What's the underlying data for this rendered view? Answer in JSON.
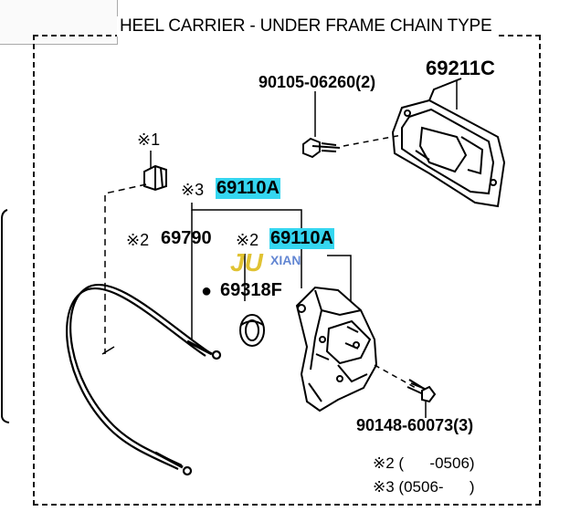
{
  "title": "HEEL CARRIER - UNDER FRAME CHAIN TYPE",
  "parts": {
    "p69211C": "69211C",
    "p90105": "90105-06260(2)",
    "p69110A_a": "69110A",
    "p69110A_b": "69110A",
    "p69790": "69790",
    "p69318F": "69318F",
    "p90148": "90148-60073(3)"
  },
  "marks": {
    "m1": "※1",
    "m3": "※3",
    "m2a": "※2",
    "m2b": "※2",
    "bullet": "●"
  },
  "footnotes": {
    "n2": "※2 (      -0506)",
    "n3": "※3 (0506-      )"
  },
  "watermark": {
    "main": "JU",
    "sub": "XIAN"
  },
  "highlight_color": "#35d6f0"
}
